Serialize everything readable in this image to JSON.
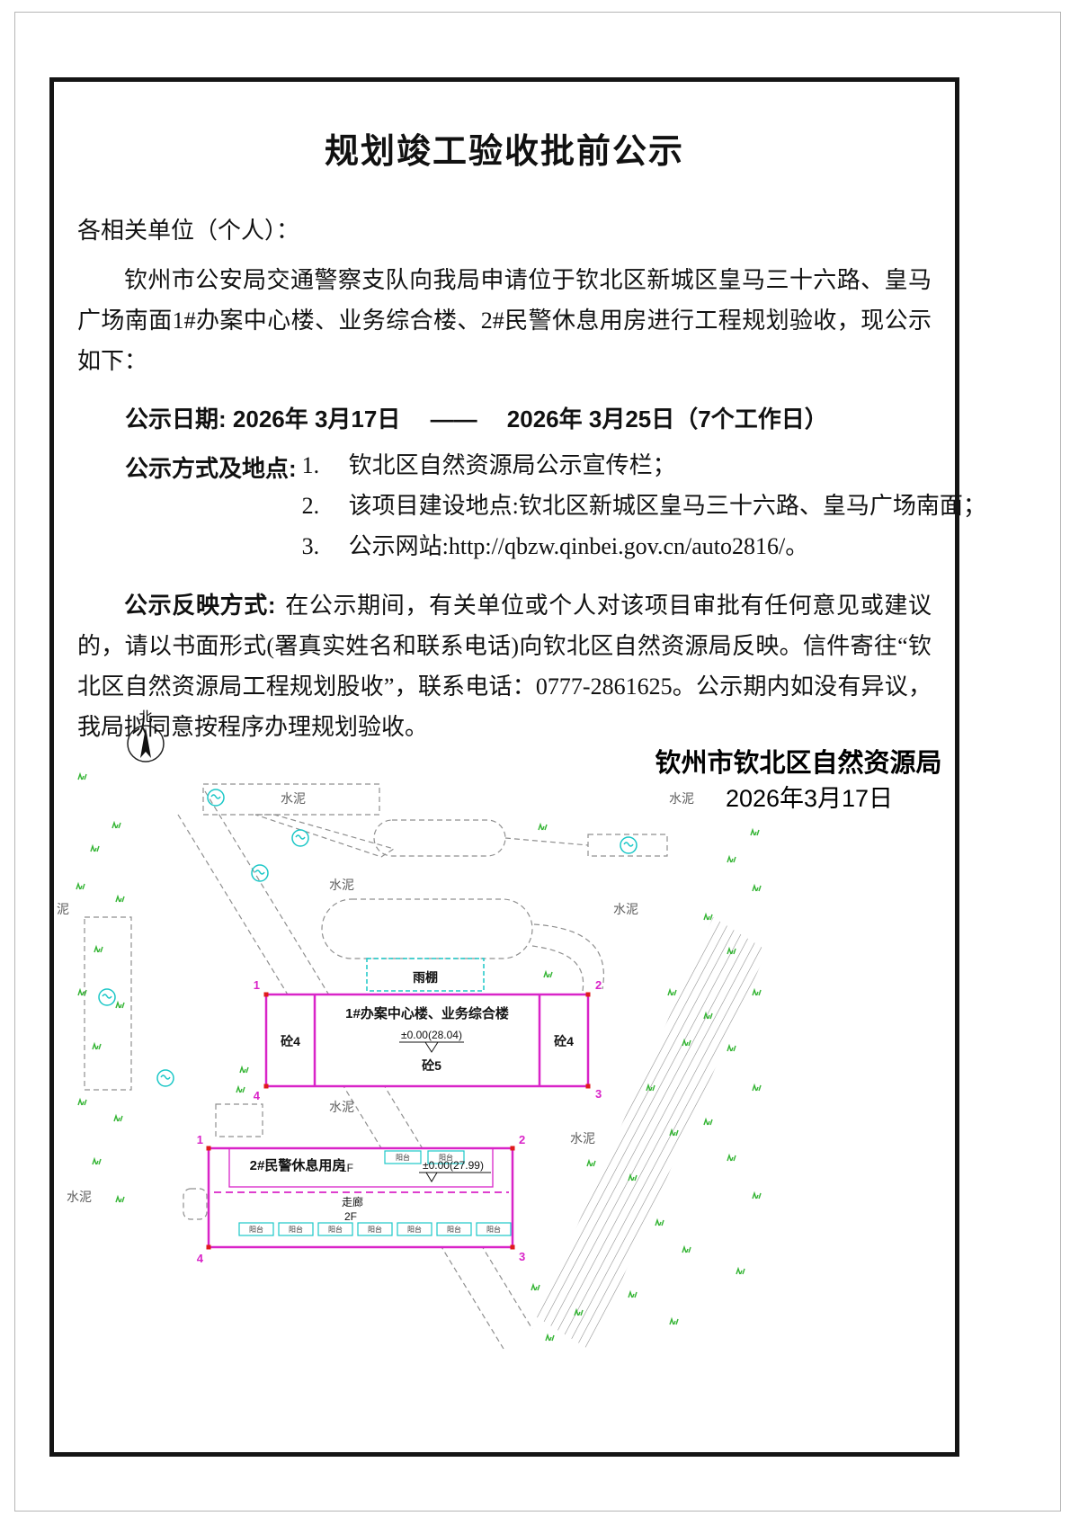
{
  "notice": {
    "title": "规划竣工验收批前公示",
    "salutation": "各相关单位（个人）：",
    "intro": "钦州市公安局交通警察支队向我局申请位于钦北区新城区皇马三十六路、皇马广场南面1#办案中心楼、业务综合楼、2#民警休息用房进行工程规划验收，现公示如下：",
    "date_label": "公示日期:",
    "date_value": "2026年 3月17日　 ——　 2026年 3月25日（7个工作日）",
    "method_label": "公示方式及地点:",
    "method_items": [
      "1.　 钦北区自然资源局公示宣传栏；",
      "2.　 该项目建设地点:钦北区新城区皇马三十六路、皇马广场南面；",
      "3.　 公示网站:http://qbzw.qinbei.gov.cn/auto2816/。"
    ],
    "feedback_label": "公示反映方式:",
    "feedback_text": "在公示期间，有关单位或个人对该项目审批有任何意见或建议的，请以书面形式(署真实姓名和联系电话)向钦北区自然资源局反映。信件寄往“钦北区自然资源局工程规划股收”，联系电话：0777-2861625。公示期内如没有异议，我局拟同意按程序办理规划验收。",
    "signature_org": "钦州市钦北区自然资源局",
    "signature_date": "2026年3月17日"
  },
  "siteplan": {
    "north_label": "北",
    "labels": {
      "cement": "水泥",
      "mud": "泥",
      "canopy": "雨棚",
      "building1": "1#办案中心楼、业务综合楼",
      "elev1": "±0.00(28.04)",
      "conc4": "砼4",
      "conc5": "砼5",
      "building2": "2#民警休息用房",
      "floor1": "1F",
      "elev2": "±0.00(27.99)",
      "corridor": "走廊",
      "floor2": "2F",
      "balcony": "阳台",
      "n1": "1",
      "n2": "2",
      "n3": "3",
      "n4": "4"
    },
    "colors": {
      "magenta": "#d924c8",
      "cyan": "#1bc7c7",
      "grass_green": "#33b433",
      "red": "#e01a1a",
      "dash_gray": "#8f8f8f"
    }
  }
}
